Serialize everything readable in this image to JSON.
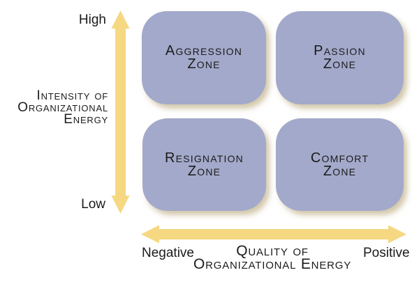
{
  "colors": {
    "arrow": "#F5D881",
    "quadrant_fill": "#A3A9CA",
    "text": "#1B1B1B"
  },
  "y_axis": {
    "title_lines": [
      "Intensity of",
      "Organizational",
      "Energy"
    ],
    "high_label": "High",
    "low_label": "Low"
  },
  "x_axis": {
    "title_lines": [
      "Quality of",
      "Organizational Energy"
    ],
    "negative_label": "Negative",
    "positive_label": "Positive"
  },
  "quadrants": {
    "top_left": {
      "line1": "Aggression",
      "line2": "Zone"
    },
    "top_right": {
      "line1": "Passion",
      "line2": "Zone"
    },
    "bottom_left": {
      "line1": "Resignation",
      "line2": "Zone"
    },
    "bottom_right": {
      "line1": "Comfort",
      "line2": "Zone"
    }
  }
}
